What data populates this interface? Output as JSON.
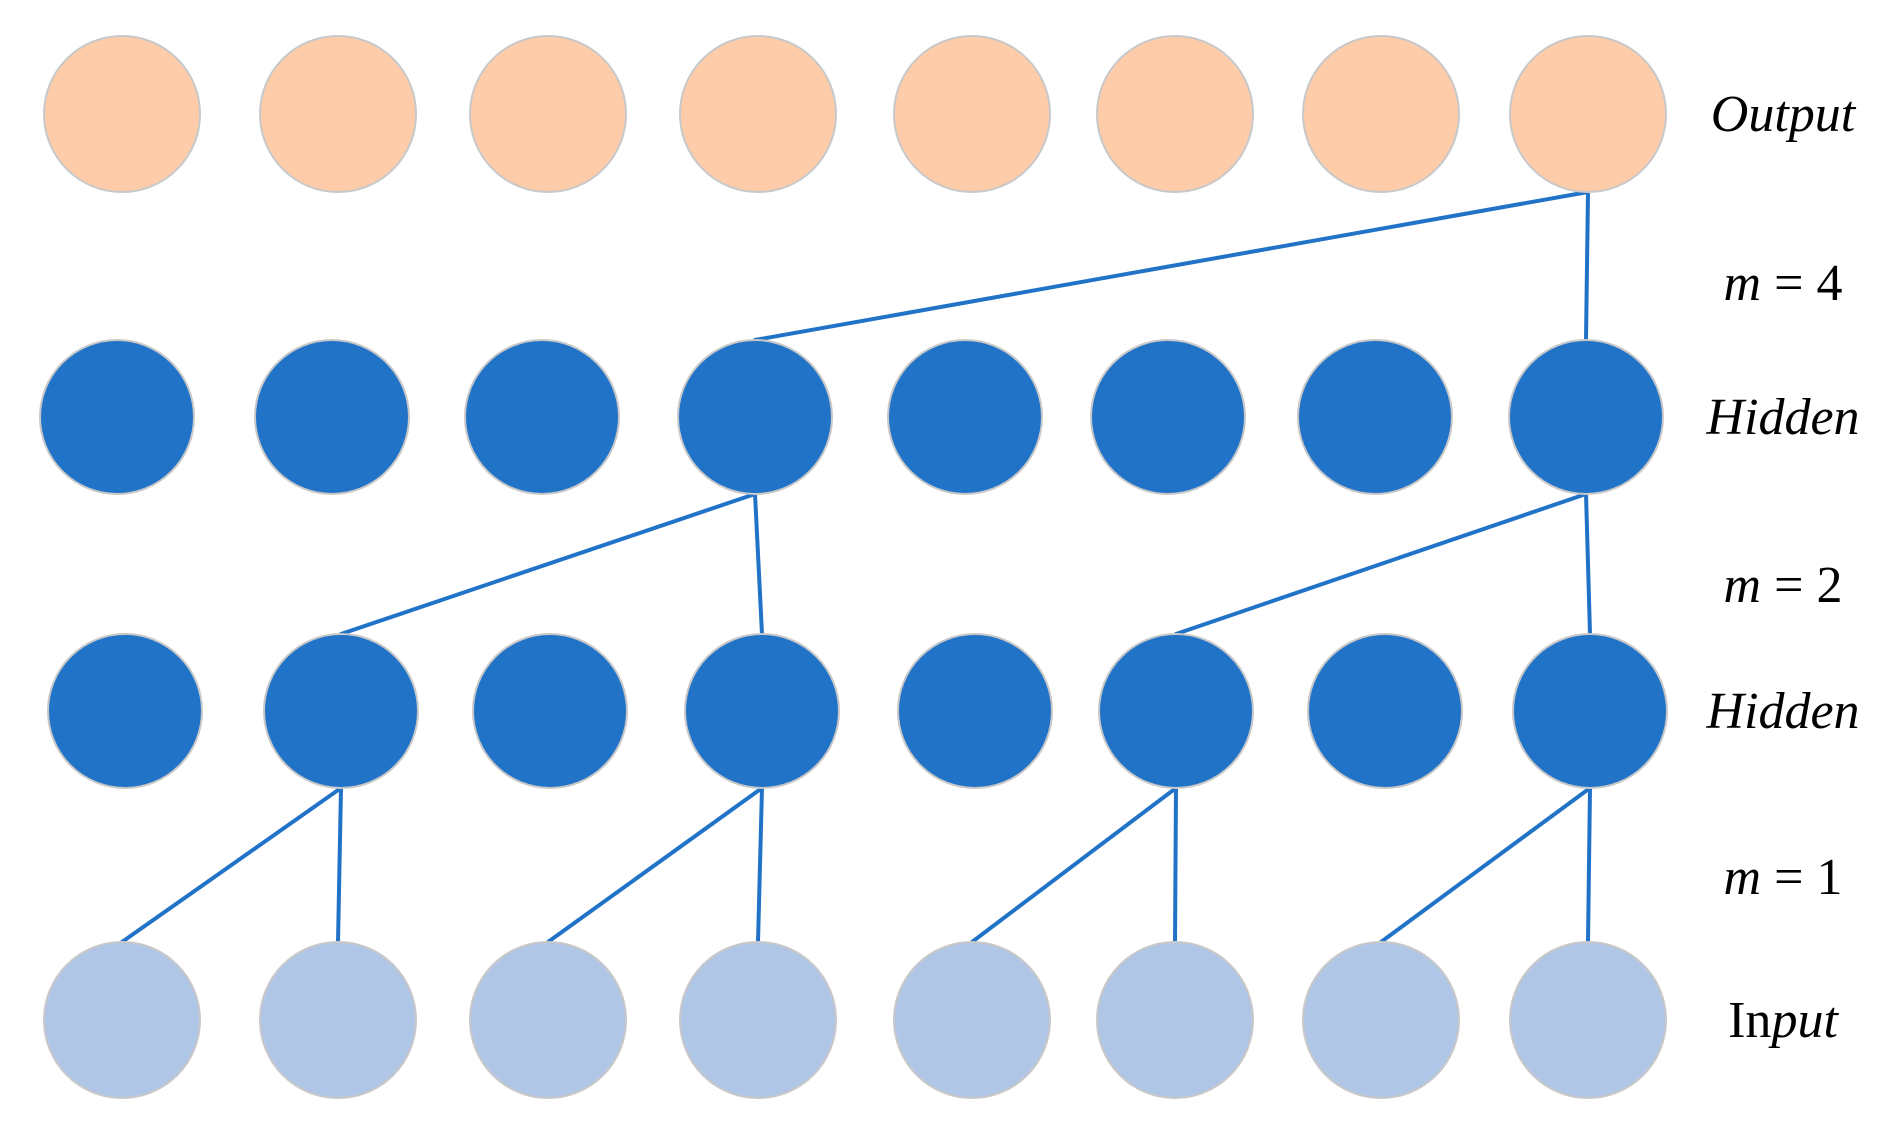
{
  "diagram": {
    "layers": [
      {
        "name": "Output",
        "label_parts": [
          {
            "text": "Output",
            "italic": true
          }
        ],
        "color": "#FFCCAA",
        "nodes": 8
      },
      {
        "name": "Hidden",
        "label_parts": [
          {
            "text": "Hidden",
            "italic": true
          }
        ],
        "color": "#2173C8",
        "nodes": 8
      },
      {
        "name": "Hidden",
        "label_parts": [
          {
            "text": "Hidden",
            "italic": true
          }
        ],
        "color": "#2173C8",
        "nodes": 8
      },
      {
        "name": "Input",
        "label_parts": [
          {
            "text": "In",
            "italic": false
          },
          {
            "text": "put",
            "italic": true
          }
        ],
        "color": "#AFC6E6",
        "nodes": 8
      }
    ],
    "dilations": [
      {
        "var": "m",
        "eq": " = ",
        "value": "4"
      },
      {
        "var": "m",
        "eq": " = ",
        "value": "2"
      },
      {
        "var": "m",
        "eq": " = ",
        "value": "1"
      }
    ],
    "edge_color": "#2173C8",
    "edges": [
      {
        "from_layer": 0,
        "from_node": 7,
        "to_layer": 1,
        "to_node": 3
      },
      {
        "from_layer": 0,
        "from_node": 7,
        "to_layer": 1,
        "to_node": 7
      },
      {
        "from_layer": 1,
        "from_node": 3,
        "to_layer": 2,
        "to_node": 1
      },
      {
        "from_layer": 1,
        "from_node": 3,
        "to_layer": 2,
        "to_node": 3
      },
      {
        "from_layer": 1,
        "from_node": 7,
        "to_layer": 2,
        "to_node": 5
      },
      {
        "from_layer": 1,
        "from_node": 7,
        "to_layer": 2,
        "to_node": 7
      },
      {
        "from_layer": 2,
        "from_node": 1,
        "to_layer": 3,
        "to_node": 0
      },
      {
        "from_layer": 2,
        "from_node": 1,
        "to_layer": 3,
        "to_node": 1
      },
      {
        "from_layer": 2,
        "from_node": 3,
        "to_layer": 3,
        "to_node": 2
      },
      {
        "from_layer": 2,
        "from_node": 3,
        "to_layer": 3,
        "to_node": 3
      },
      {
        "from_layer": 2,
        "from_node": 5,
        "to_layer": 3,
        "to_node": 4
      },
      {
        "from_layer": 2,
        "from_node": 5,
        "to_layer": 3,
        "to_node": 5
      },
      {
        "from_layer": 2,
        "from_node": 7,
        "to_layer": 3,
        "to_node": 6
      },
      {
        "from_layer": 2,
        "from_node": 7,
        "to_layer": 3,
        "to_node": 7
      }
    ]
  }
}
